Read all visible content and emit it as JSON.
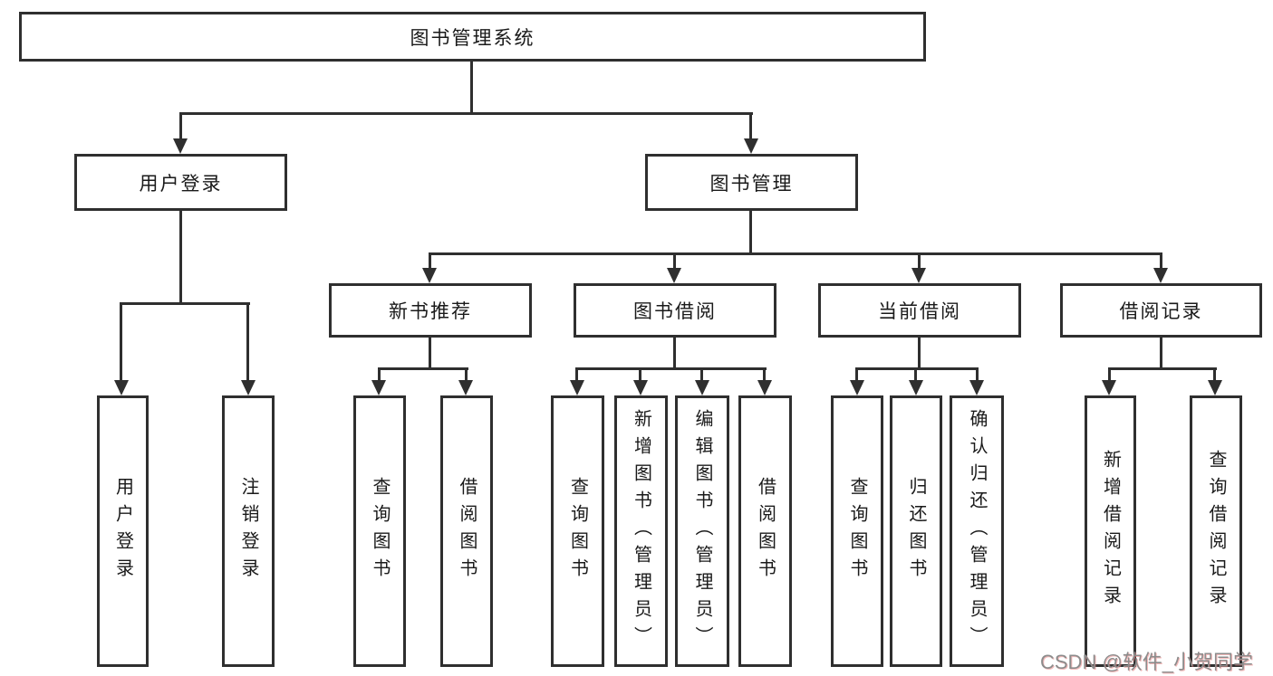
{
  "tree": {
    "root": {
      "label": "图书管理系统"
    },
    "children": [
      {
        "label": "用户登录",
        "children": [
          {
            "label": "用户登录"
          },
          {
            "label": "注销登录"
          }
        ]
      },
      {
        "label": "图书管理",
        "children": [
          {
            "label": "新书推荐",
            "children": [
              {
                "label": "查询图书"
              },
              {
                "label": "借阅图书"
              }
            ]
          },
          {
            "label": "图书借阅",
            "children": [
              {
                "label": "查询图书"
              },
              {
                "label": "新增图书（管理员）"
              },
              {
                "label": "编辑图书（管理员）"
              },
              {
                "label": "借阅图书"
              }
            ]
          },
          {
            "label": "当前借阅",
            "children": [
              {
                "label": "查询图书"
              },
              {
                "label": "归还图书"
              },
              {
                "label": "确认归还（管理员）"
              }
            ]
          },
          {
            "label": "借阅记录",
            "children": [
              {
                "label": "新增借阅记录"
              },
              {
                "label": "查询借阅记录"
              }
            ]
          }
        ]
      }
    ]
  },
  "watermark": {
    "text": "CSDN @软件_小贺同学"
  },
  "colors": {
    "line": "#2f2f2f",
    "box_border": "#2f2f2f",
    "box_bg": "#ffffff",
    "text": "#1a1a1a",
    "watermark": "#8c8c8c",
    "background": "#ffffff"
  }
}
